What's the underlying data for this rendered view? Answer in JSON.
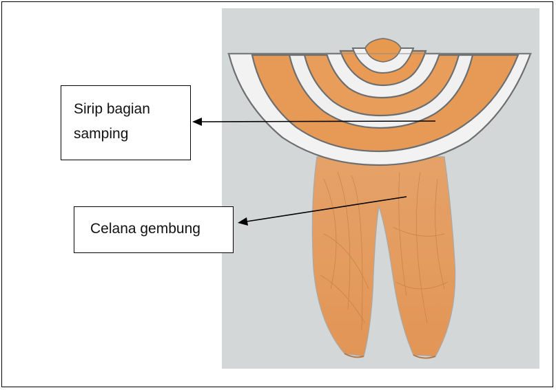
{
  "labels": {
    "side_fin": [
      "Sirip bagian",
      "samping"
    ],
    "baggy_pants": "Celana gembung"
  },
  "colors": {
    "paper": "#d3d7d7",
    "orange": "#e79a55",
    "gray_stroke": "#6c6e70",
    "frame": "#000000"
  },
  "illustration": "pencil drawing of a costume: striped orange semicircular collar with side fins above baggy orange pants"
}
